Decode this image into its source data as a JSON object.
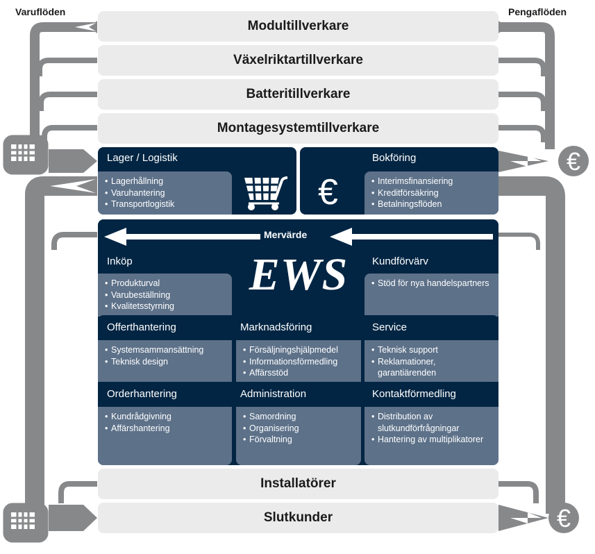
{
  "flow_labels": {
    "goods": "Varuflöden",
    "money": "Pengaflöden"
  },
  "suppliers": [
    {
      "label": "Modultillverkare"
    },
    {
      "label": "Växelriktartillverkare"
    },
    {
      "label": "Batteritillverkare"
    },
    {
      "label": "Montagesystemtillverkare"
    }
  ],
  "logistics": {
    "title": "Lager / Logistik",
    "items": [
      "Lagerhållning",
      "Varuhantering",
      "Transportlogistik"
    ],
    "icon": "shopping-cart-icon"
  },
  "accounting": {
    "title": "Bokföring",
    "items": [
      "Interimsfinansiering",
      "Kreditförsäkring",
      "Betalningsflöden"
    ],
    "icon": "euro-icon"
  },
  "core": {
    "value_added_label": "Mervärde",
    "brand": "EWS",
    "sections": [
      {
        "title": "Inköp",
        "items": [
          "Produkturval",
          "Varubeställning",
          "Kvalitetsstyrning"
        ]
      },
      {
        "title": "Kundförvärv",
        "items": [
          "Stöd för nya handelspartners"
        ]
      },
      {
        "title": "Offerthantering",
        "items": [
          "Systemsammansättning",
          "Teknisk design"
        ]
      },
      {
        "title": "Marknadsföring",
        "items": [
          "Försäljningshjälpmedel",
          "Informationsförmedling",
          "Affärsstöd"
        ]
      },
      {
        "title": "Service",
        "items": [
          "Teknisk support",
          "Reklamationer, garantiärenden"
        ]
      },
      {
        "title": "Orderhantering",
        "items": [
          "Kundrådgivning",
          "Affärshantering"
        ]
      },
      {
        "title": "Administration",
        "items": [
          "Samordning",
          "Organisering",
          "Förvaltning"
        ]
      },
      {
        "title": "Kontaktförmedling",
        "items": [
          "Distribution av slutkundförfrågningar",
          "Hantering av multiplikatorer"
        ]
      }
    ]
  },
  "customers": [
    {
      "label": "Installatörer"
    },
    {
      "label": "Slutkunder"
    }
  ],
  "colors": {
    "dark_navy": "#022543",
    "slate_blue": "#5d7189",
    "light_gray": "#ebebeb",
    "flow_gray": "#87888a"
  }
}
